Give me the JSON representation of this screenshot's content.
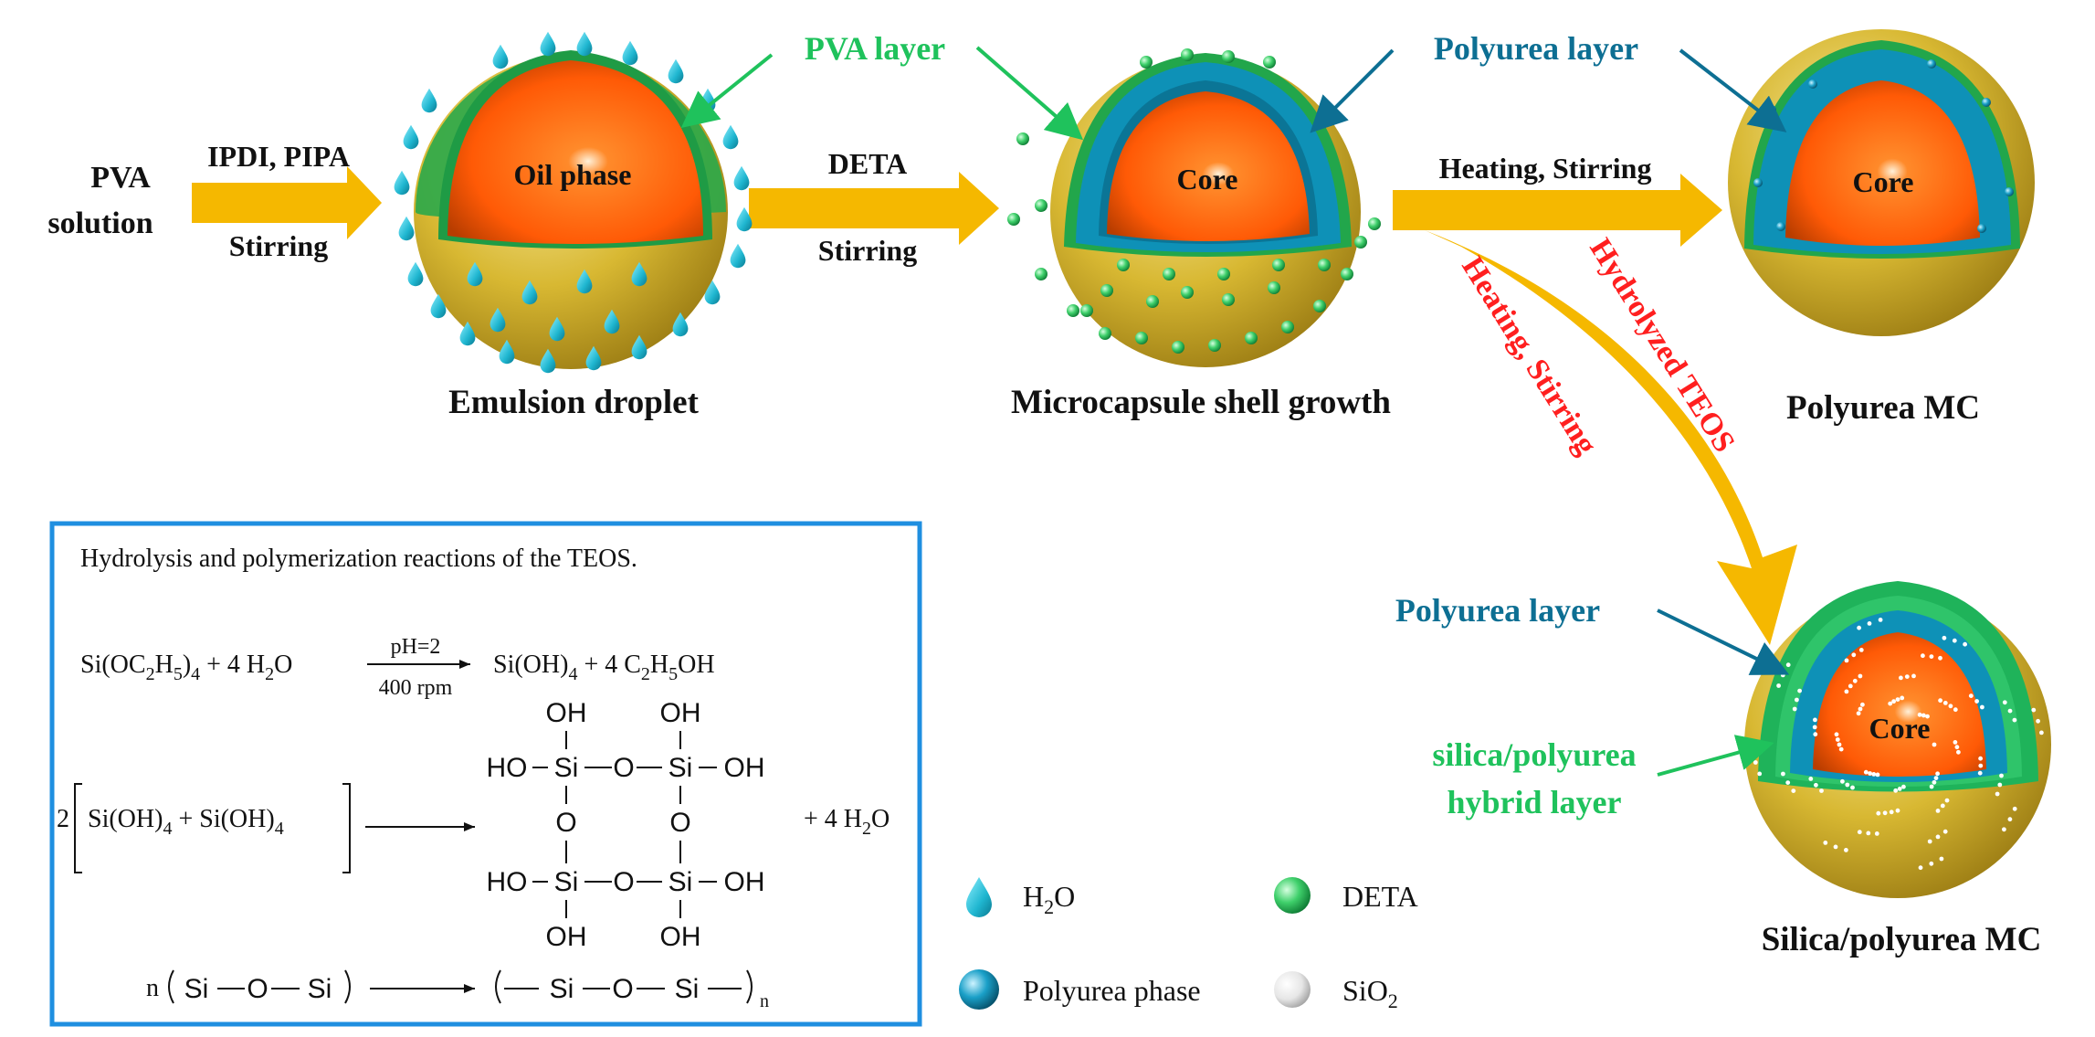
{
  "colors": {
    "arrow": "#f5b800",
    "red_text": "#ff1f1f",
    "green_text": "#1fc25c",
    "blue_text": "#0d6f93",
    "shell": "#d8b832",
    "core": "#ff5a06",
    "polyurea": "#0e91b7",
    "pva_green": "#23b04a",
    "box_border": "#1f8fe0"
  },
  "labels": {
    "pva_solution": [
      "PVA",
      "solution"
    ],
    "step1_top": "IPDI, PIPA",
    "step1_bottom": "Stirring",
    "step2_top": "DETA",
    "step2_bottom": "Stirring",
    "step3_top": "Heating, Stirring",
    "step4_a": "Hydrolyzed TEOS",
    "step4_b": "Heating, Stirring",
    "oil_phase": "Oil phase",
    "core": "Core",
    "pva_layer": "PVA layer",
    "polyurea_layer": "Polyurea layer",
    "hybrid_layer": [
      "silica/polyurea",
      "hybrid layer"
    ],
    "emulsion_droplet": "Emulsion droplet",
    "shell_growth": "Microcapsule shell growth",
    "polyurea_mc": "Polyurea MC",
    "silica_mc": "Silica/polyurea MC"
  },
  "box": {
    "title": "Hydrolysis and polymerization reactions of the TEOS.",
    "eq1": {
      "left": [
        "Si(OC",
        "2",
        "H",
        "5",
        ")",
        "4",
        " + 4 H",
        "2",
        "O"
      ],
      "cond_top": "pH=2",
      "cond_bottom": "400 rpm",
      "right": [
        "Si(OH)",
        "4",
        " + 4 C",
        "2",
        "H",
        "5",
        "OH"
      ]
    },
    "eq2": {
      "coef": "2",
      "inside": [
        "Si(OH)",
        "4",
        " + Si(OH)",
        "4"
      ],
      "product": "+ 4 H",
      "product_sub": "2",
      "product_end": "O"
    },
    "structure": {
      "oh": "OH",
      "ho": "HO",
      "si": "Si",
      "o": "O"
    },
    "eq3": {
      "n": "n",
      "left": [
        "Si",
        "O",
        "Si"
      ],
      "right": [
        "Si",
        "O",
        "Si"
      ],
      "sub_n": "n"
    }
  },
  "legend": [
    {
      "icon": "water-drop",
      "text": "H",
      "sub": "2",
      "tail": "O"
    },
    {
      "icon": "green-sphere",
      "text": "DETA",
      "sub": "",
      "tail": ""
    },
    {
      "icon": "blue-sphere",
      "text": "Polyurea phase",
      "sub": "",
      "tail": ""
    },
    {
      "icon": "white-sphere",
      "text": "SiO",
      "sub": "2",
      "tail": ""
    }
  ]
}
